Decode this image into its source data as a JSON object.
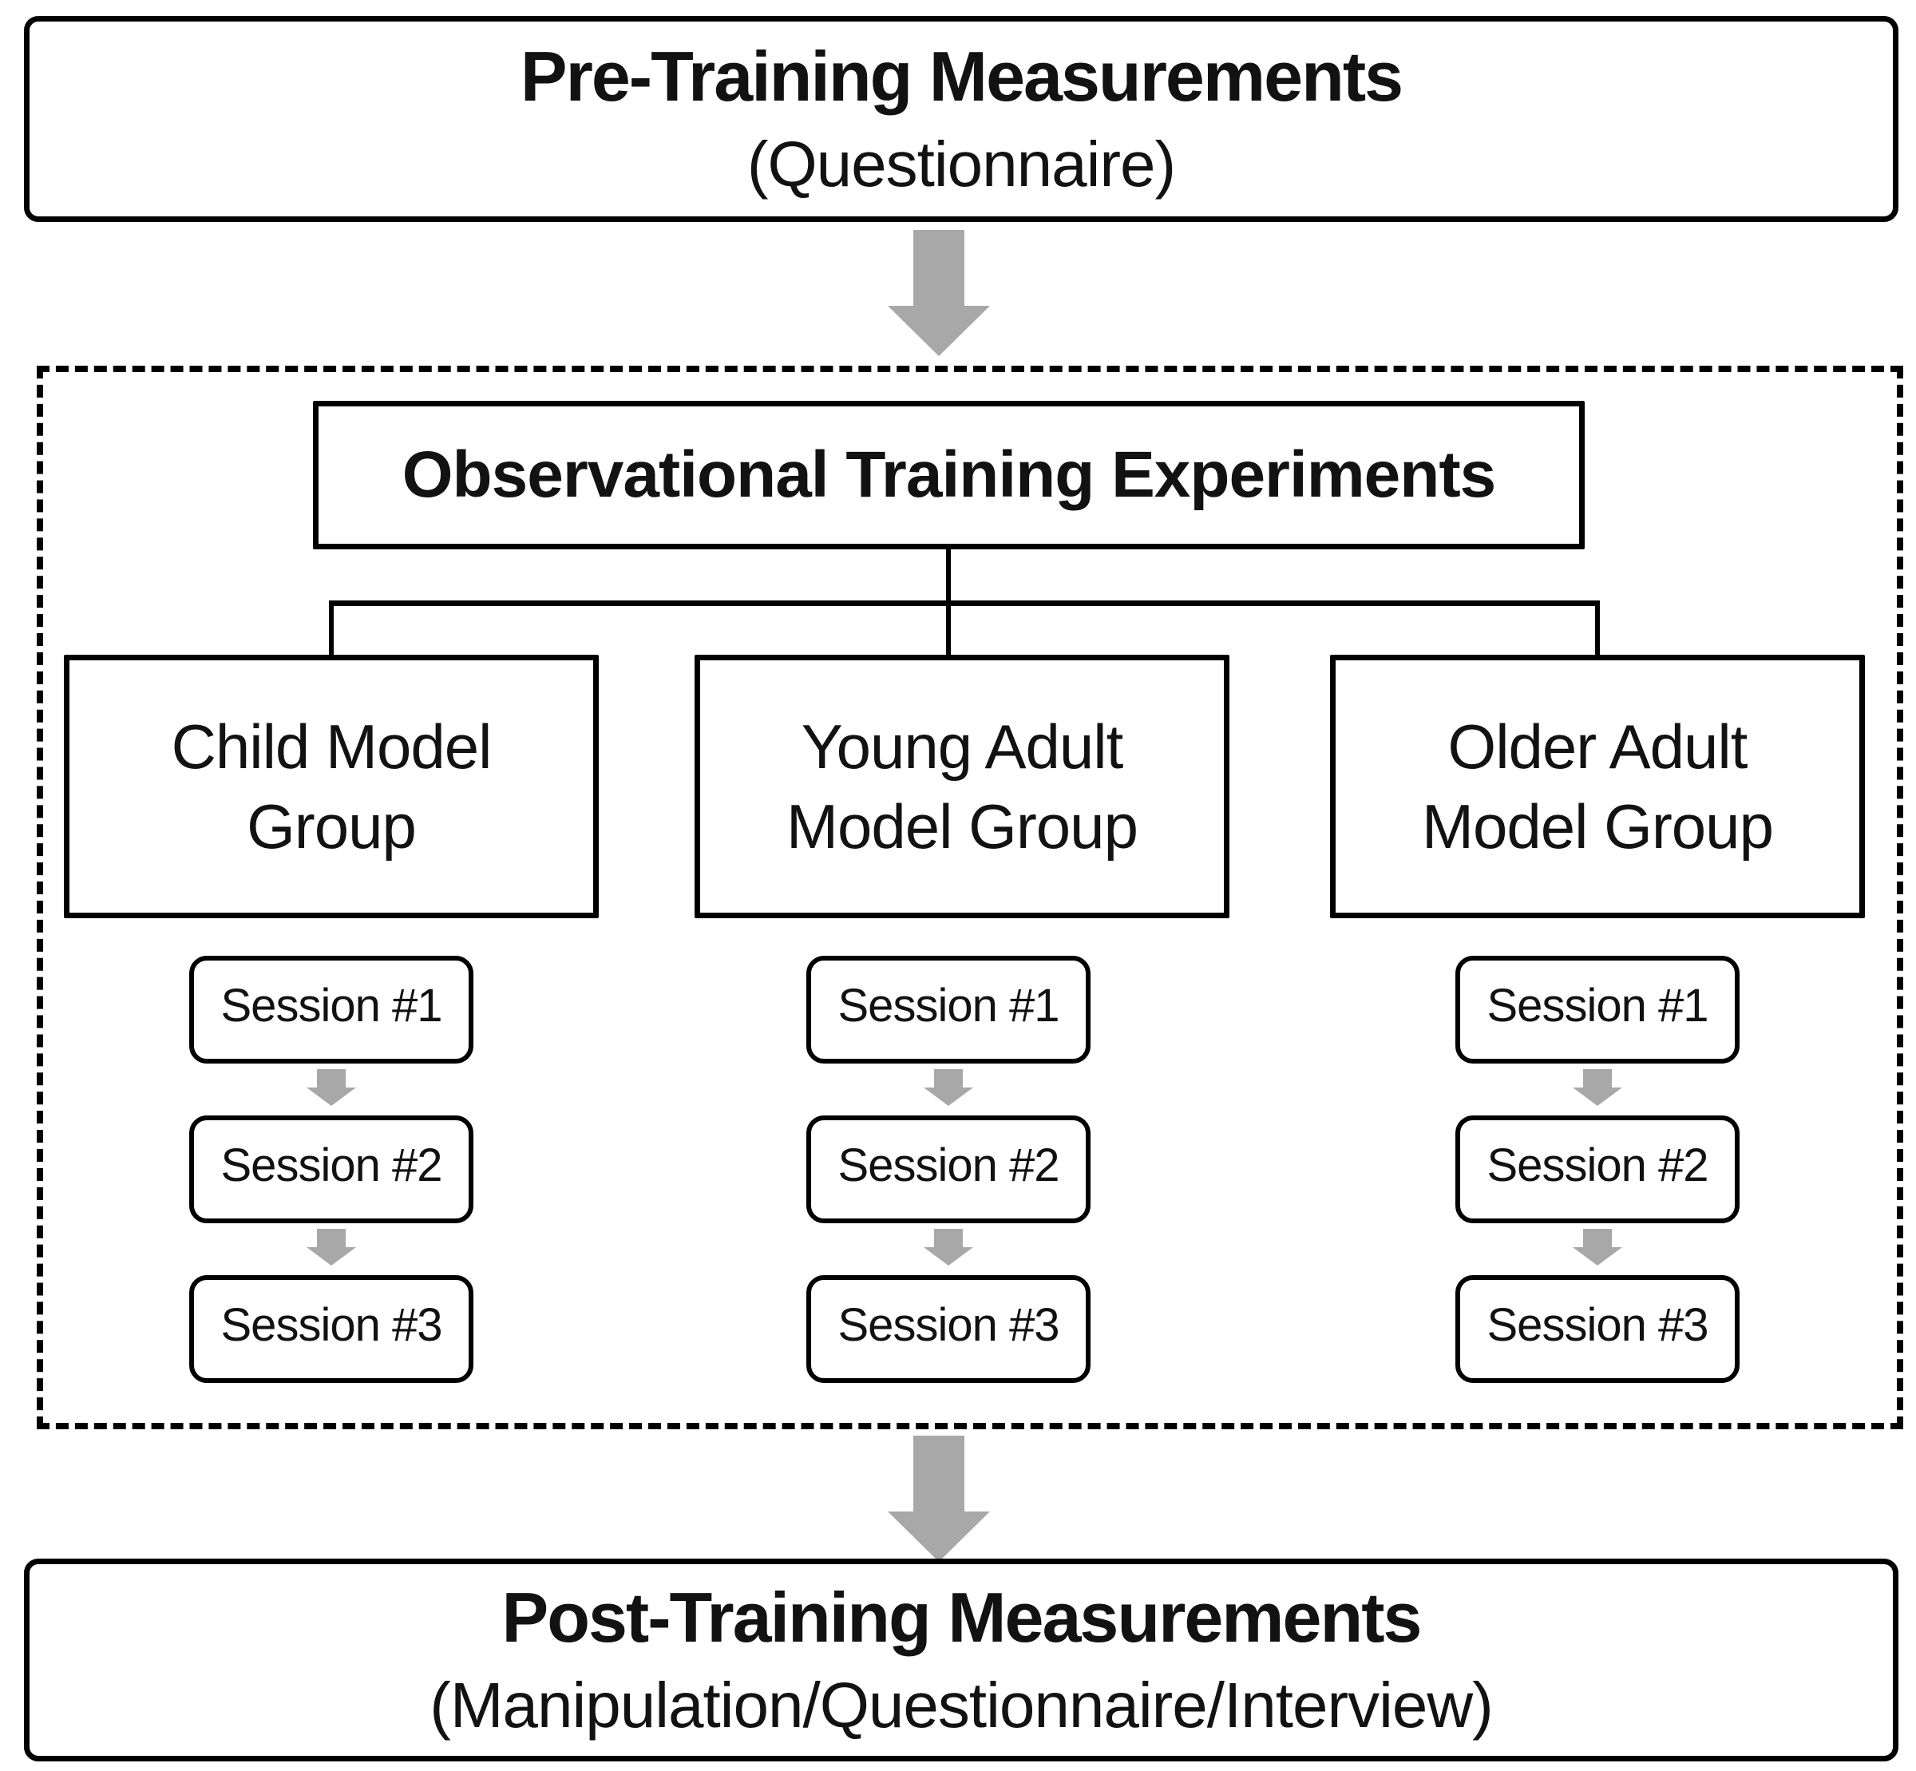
{
  "diagram": {
    "pre_box": {
      "title": "Pre-Training Measurements",
      "subtitle": "(Questionnaire)"
    },
    "training_box": {
      "title": "Observational Training Experiments"
    },
    "groups": [
      {
        "label": "Child Model Group",
        "sessions": [
          "Session #1",
          "Session #2",
          "Session #3"
        ]
      },
      {
        "label": "Young Adult Model Group",
        "sessions": [
          "Session #1",
          "Session #2",
          "Session #3"
        ]
      },
      {
        "label": "Older Adult Model Group",
        "sessions": [
          "Session #1",
          "Session #2",
          "Session #3"
        ]
      }
    ],
    "post_box": {
      "title": "Post-Training Measurements",
      "subtitle": "(Manipulation/Questionnaire/Interview)"
    },
    "colors": {
      "arrow_gray": "#a8a8a8",
      "line_black": "#000000"
    }
  }
}
